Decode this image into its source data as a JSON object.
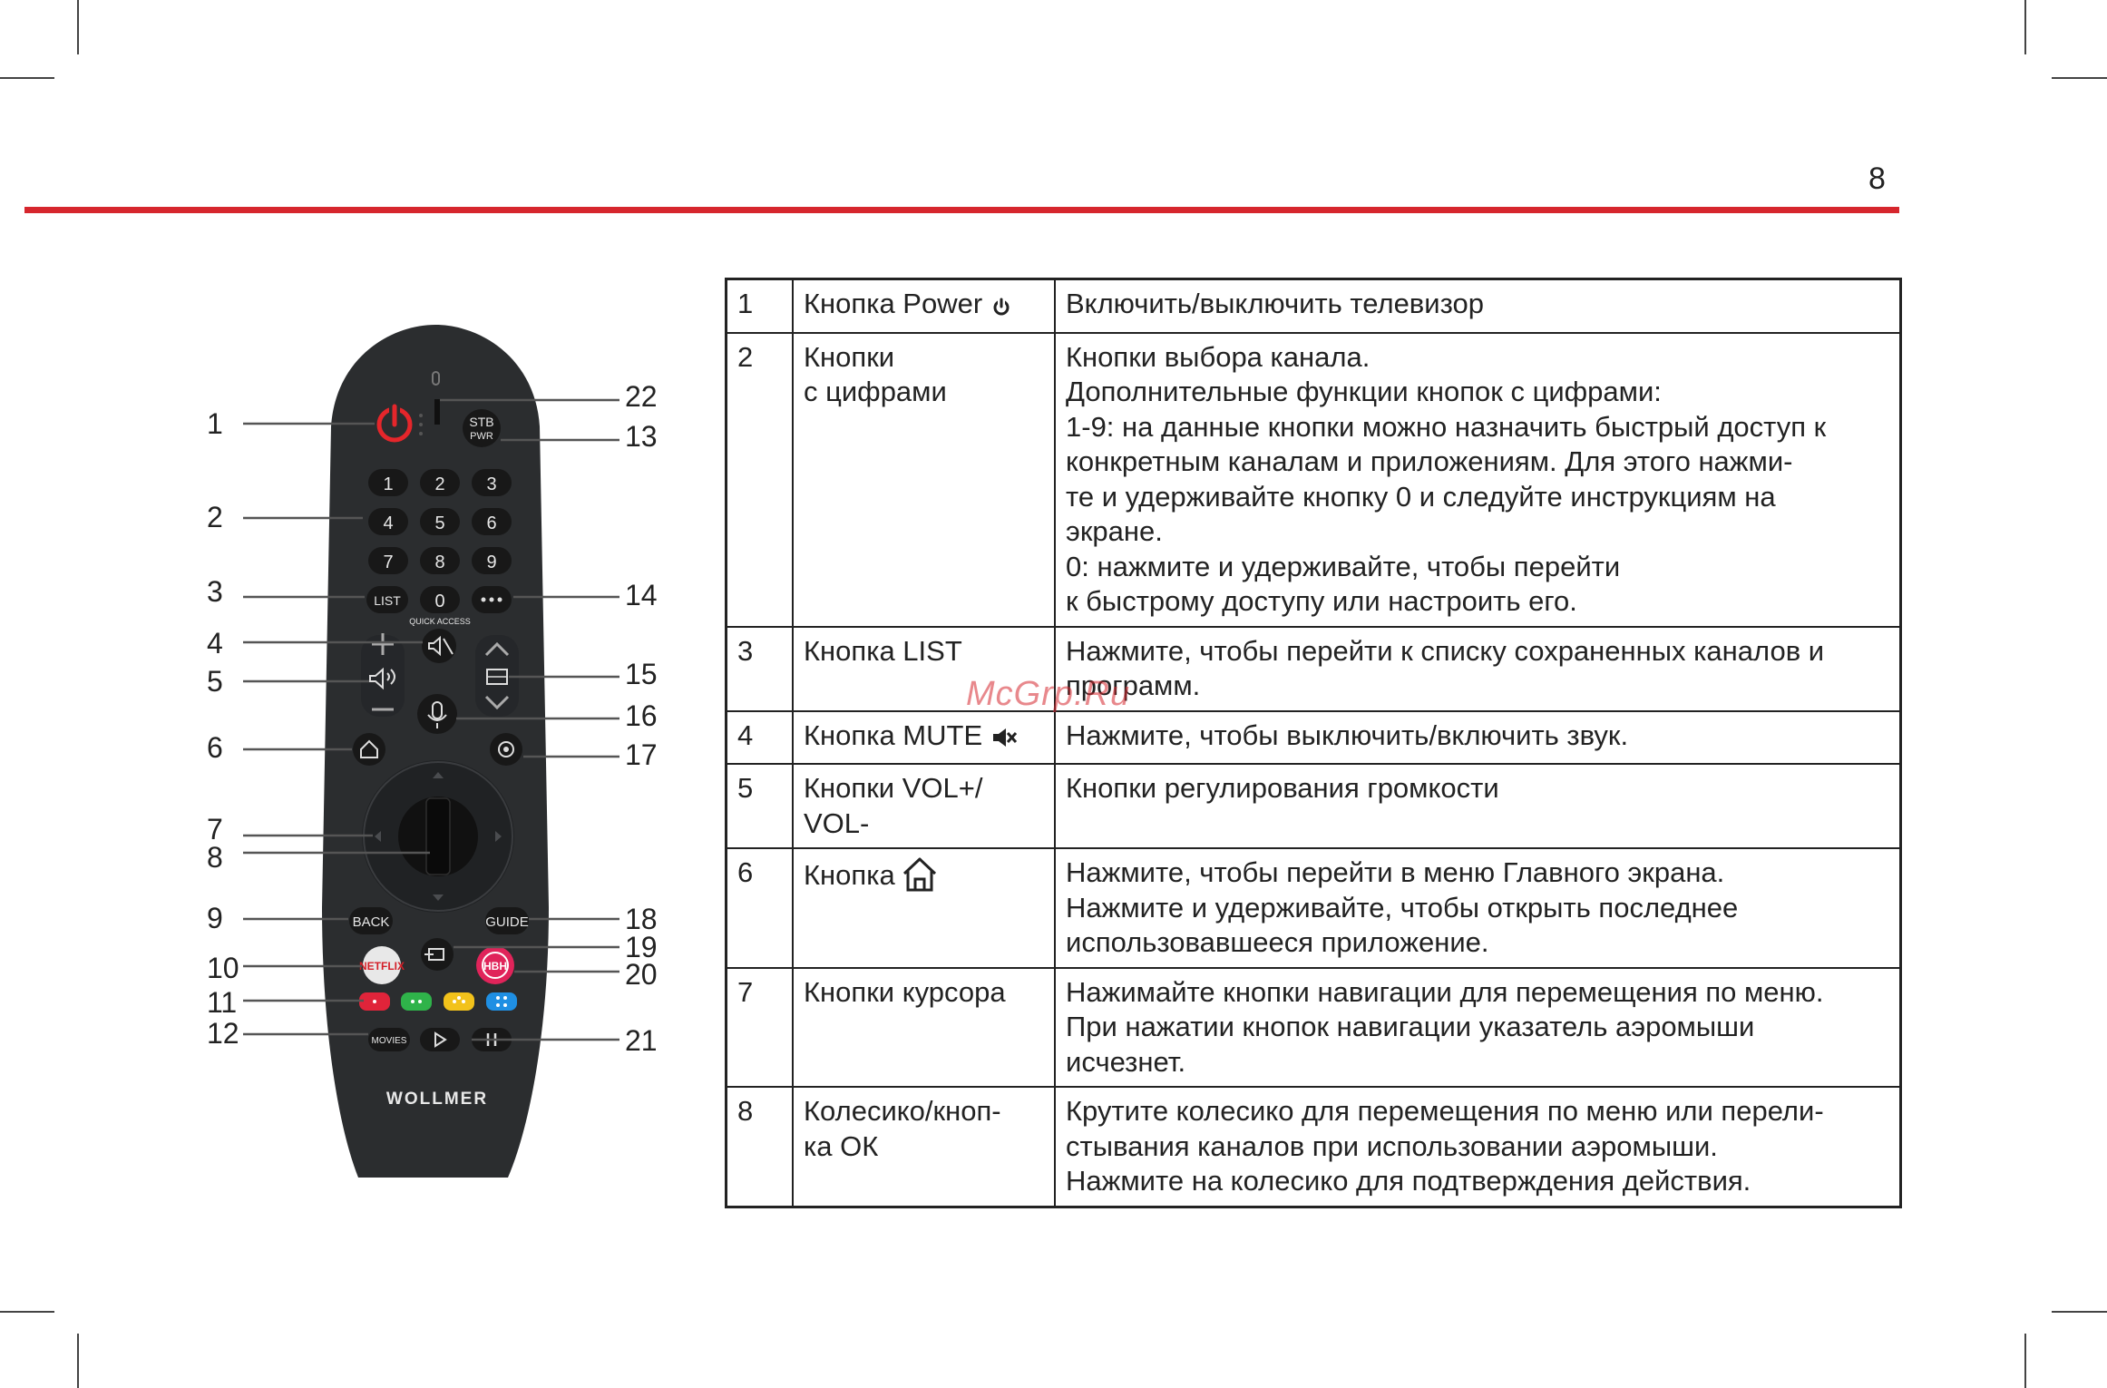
{
  "page_number": "8",
  "watermark": "McGrp.Ru",
  "remote": {
    "brand": "WOLLMER",
    "keys": {
      "stb_top": "STB",
      "stb_bottom": "PWR",
      "digits": [
        "1",
        "2",
        "3",
        "4",
        "5",
        "6",
        "7",
        "8",
        "9"
      ],
      "zero": "0",
      "list": "LIST",
      "quick_access": "QUICK ACCESS",
      "back": "BACK",
      "guide": "GUIDE",
      "netflix": "NETFLIX",
      "movies": "MOVIES",
      "hbh": "HBH"
    },
    "callouts": [
      "1",
      "2",
      "3",
      "4",
      "5",
      "6",
      "7",
      "8",
      "9",
      "10",
      "11",
      "12",
      "13",
      "14",
      "15",
      "16",
      "17",
      "18",
      "19",
      "20",
      "21",
      "22"
    ]
  },
  "table": {
    "rows": [
      {
        "num": "1",
        "name": [
          "Кнопка Power"
        ],
        "icon": "power-icon",
        "desc": [
          "Включить/выключить телевизор"
        ]
      },
      {
        "num": "2",
        "name": [
          "Кнопки",
          "с цифрами"
        ],
        "icon": "",
        "desc": [
          "Кнопки выбора канала.",
          "Дополнительные функции кнопок с цифрами:",
          "1-9: на данные кнопки можно назначить быстрый доступ к",
          "конкретным каналам и приложениям. Для этого нажми-",
          "те и удерживайте кнопку 0 и следуйте инструкциям на",
          "экране.",
          "0: нажмите и удерживайте, чтобы перейти",
          "к быстрому доступу или настроить его."
        ]
      },
      {
        "num": "3",
        "name": [
          "Кнопка LIST"
        ],
        "icon": "",
        "desc": [
          "Нажмите, чтобы перейти к списку сохраненных каналов и",
          "программ."
        ]
      },
      {
        "num": "4",
        "name": [
          "Кнопка MUTE"
        ],
        "icon": "mute-icon",
        "desc": [
          "Нажмите, чтобы выключить/включить звук."
        ]
      },
      {
        "num": "5",
        "name": [
          "Кнопки VOL+/",
          "VOL-"
        ],
        "icon": "",
        "desc": [
          "Кнопки регулирования громкости"
        ]
      },
      {
        "num": "6",
        "name": [
          "Кнопка"
        ],
        "icon": "home-icon",
        "desc": [
          "Нажмите, чтобы перейти в меню Главного экрана.",
          "Нажмите и удерживайте, чтобы открыть последнее",
          "использовавшееся приложение."
        ]
      },
      {
        "num": "7",
        "name": [
          "Кнопки курсора"
        ],
        "icon": "",
        "desc": [
          "Нажимайте кнопки навигации для перемещения по меню.",
          "При нажатии кнопок навигации указатель аэромыши",
          "исчезнет."
        ]
      },
      {
        "num": "8",
        "name": [
          "Колесико/кноп-",
          "ка ОК"
        ],
        "icon": "",
        "desc": [
          "Крутите колесико для перемещения по меню или перели-",
          "стывания каналов при использовании аэромыши.",
          "Нажмите на колесико для подтверждения действия."
        ]
      }
    ]
  },
  "colors": {
    "accent_rule": "#d6262d",
    "remote_body": "#2b2d2f",
    "power_red": "#e5262b"
  }
}
